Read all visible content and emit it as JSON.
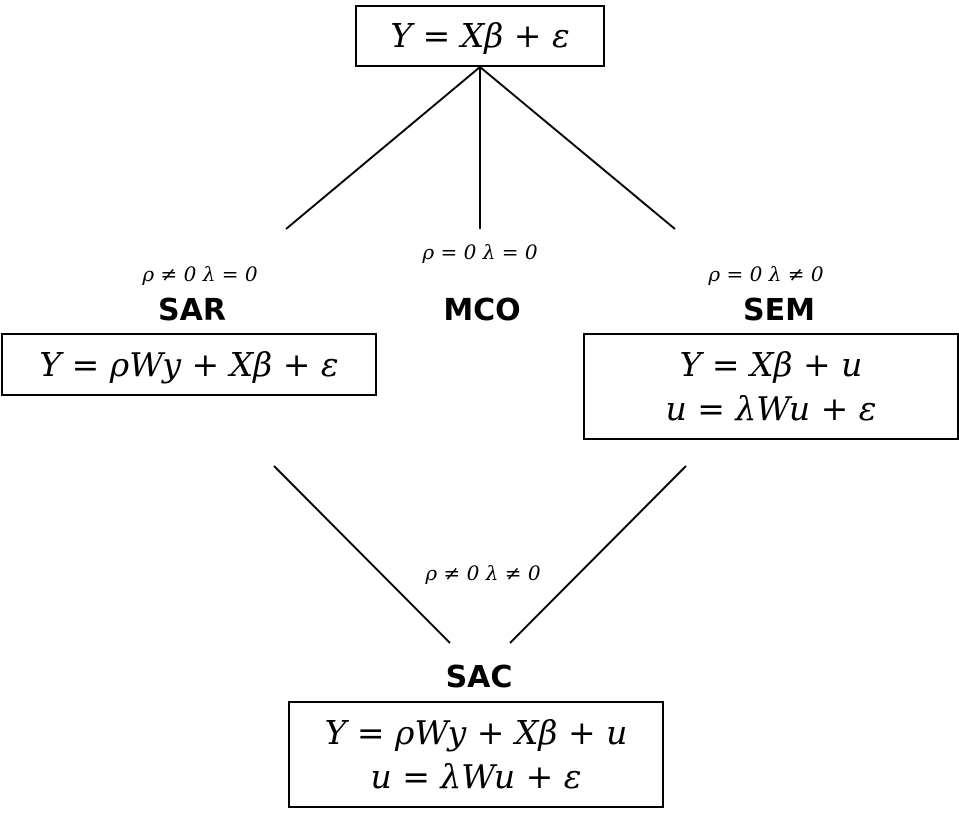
{
  "diagram": {
    "root": {
      "equation": "Y = Xβ +  ε"
    },
    "branches": {
      "sar": {
        "label": "SAR",
        "condition": "ρ ≠ 0   λ = 0",
        "equation": "Y = ρWy + Xβ +  ε"
      },
      "mco": {
        "label": "MCO",
        "condition": "ρ = 0   λ = 0"
      },
      "sem": {
        "label": "SEM",
        "condition": "ρ = 0   λ ≠ 0",
        "equation_line1": "Y = Xβ + u",
        "equation_line2": "u = λWu + ε"
      }
    },
    "merge": {
      "sac": {
        "label": "SAC",
        "condition": "ρ ≠ 0   λ ≠ 0",
        "equation_line1": "Y = ρWy + Xβ + u",
        "equation_line2": "u = λWu + ε"
      }
    }
  }
}
